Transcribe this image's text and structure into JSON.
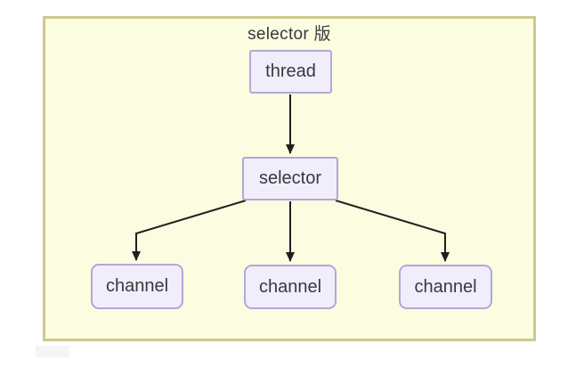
{
  "diagram": {
    "title": "selector 版",
    "nodes": [
      {
        "id": "thread",
        "label": "thread"
      },
      {
        "id": "selector",
        "label": "selector"
      },
      {
        "id": "channel-1",
        "label": "channel"
      },
      {
        "id": "channel-2",
        "label": "channel"
      },
      {
        "id": "channel-3",
        "label": "channel"
      }
    ],
    "edges": [
      {
        "from": "thread",
        "to": "selector"
      },
      {
        "from": "selector",
        "to": "channel-1"
      },
      {
        "from": "selector",
        "to": "channel-2"
      },
      {
        "from": "selector",
        "to": "channel-3"
      }
    ],
    "colors": {
      "panel_bg": "#fcfce0",
      "panel_border": "#ccc98e",
      "node_bg": "#f1eefb",
      "node_border": "#b3a6d8",
      "arrow_color": "#1f1f1f",
      "text_color": "#38383e"
    }
  }
}
